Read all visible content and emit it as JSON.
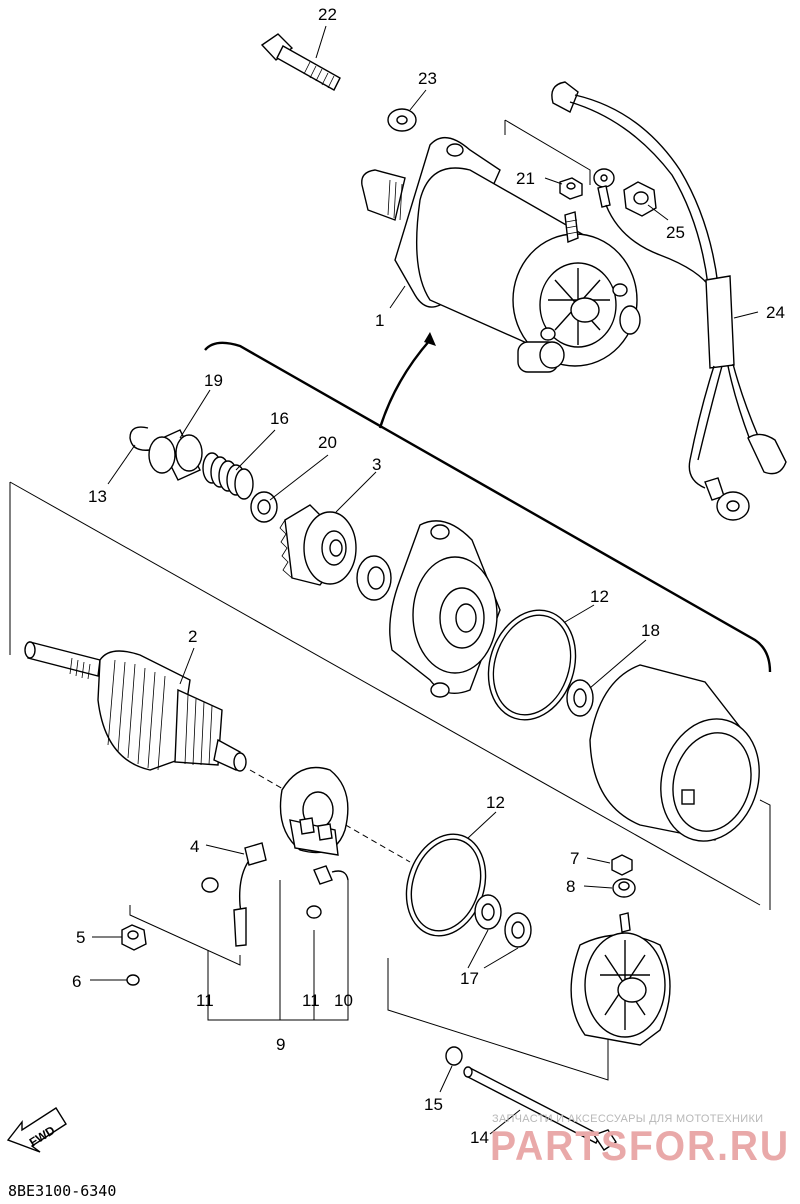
{
  "callouts": [
    {
      "id": "c22",
      "label": "22"
    },
    {
      "id": "c23",
      "label": "23"
    },
    {
      "id": "c21",
      "label": "21"
    },
    {
      "id": "c25",
      "label": "25"
    },
    {
      "id": "c1",
      "label": "1"
    },
    {
      "id": "c24",
      "label": "24"
    },
    {
      "id": "c19",
      "label": "19"
    },
    {
      "id": "c16",
      "label": "16"
    },
    {
      "id": "c20",
      "label": "20"
    },
    {
      "id": "c3",
      "label": "3"
    },
    {
      "id": "c13",
      "label": "13"
    },
    {
      "id": "c12a",
      "label": "12"
    },
    {
      "id": "c18",
      "label": "18"
    },
    {
      "id": "c2",
      "label": "2"
    },
    {
      "id": "c12b",
      "label": "12"
    },
    {
      "id": "c4",
      "label": "4"
    },
    {
      "id": "c7",
      "label": "7"
    },
    {
      "id": "c8",
      "label": "8"
    },
    {
      "id": "c5",
      "label": "5"
    },
    {
      "id": "c17",
      "label": "17"
    },
    {
      "id": "c6",
      "label": "6"
    },
    {
      "id": "c11a",
      "label": "11"
    },
    {
      "id": "c11b",
      "label": "11"
    },
    {
      "id": "c10",
      "label": "10"
    },
    {
      "id": "c9",
      "label": "9"
    },
    {
      "id": "c15",
      "label": "15"
    },
    {
      "id": "c14",
      "label": "14"
    }
  ],
  "direction_label": "FWD",
  "catalog_code": "8BE3100-6340",
  "watermark": {
    "tagline": "ЗАПЧАСТИ И АКСЕССУАРЫ ДЛЯ МОТОТЕХНИКИ",
    "brand": "PARTSFOR.RU"
  }
}
